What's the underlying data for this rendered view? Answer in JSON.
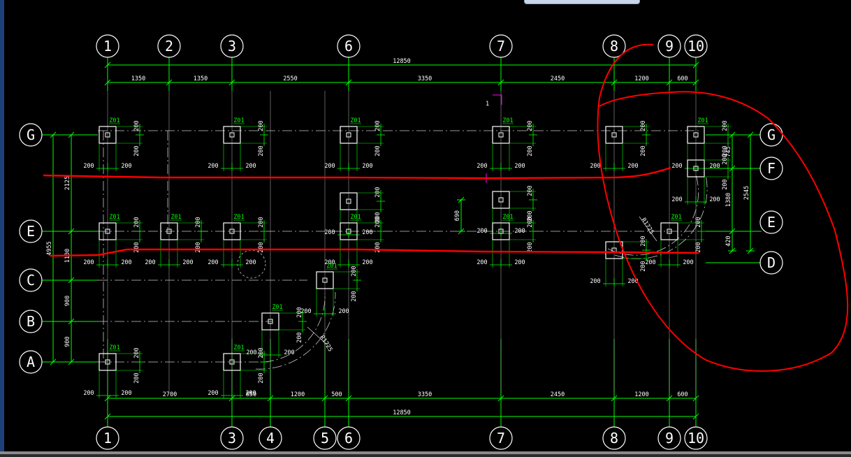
{
  "colors": {
    "background": "#000000",
    "axis_line": "#00ff00",
    "dim_line": "#00ff00",
    "column": "#ffffff",
    "centerline": "#c8c8c8",
    "markup": "#ff0000",
    "section_mark": "#ff00ff",
    "text": "#ffffff"
  },
  "grid": {
    "columns_top": [
      "1",
      "2",
      "3",
      "6",
      "7",
      "8",
      "9",
      "10"
    ],
    "columns_bottom": [
      "1",
      "3",
      "4",
      "5",
      "6",
      "7",
      "8",
      "9",
      "10"
    ],
    "rows_left": [
      "G",
      "E",
      "C",
      "B",
      "A"
    ],
    "rows_right": [
      "G",
      "F",
      "E",
      "D"
    ]
  },
  "dimensions": {
    "top_total": "12850",
    "top_segments": [
      "1350",
      "1350",
      "2550",
      "3350",
      "2450",
      "1200",
      "600"
    ],
    "bottom_total": "12850",
    "bottom_segments": [
      "2700",
      "850",
      "1200",
      "500",
      "3350",
      "2450",
      "1200",
      "600"
    ],
    "left_total": "4955",
    "left_segments": [
      "2125",
      "1100",
      "900",
      "900"
    ],
    "right_total": "2545",
    "right_segments": [
      "745",
      "1380",
      "420"
    ],
    "local": [
      "690"
    ],
    "radii": [
      "R1725",
      "R1725"
    ],
    "offsets": [
      "200"
    ]
  },
  "column_tag": "Z01",
  "section_label": "1"
}
